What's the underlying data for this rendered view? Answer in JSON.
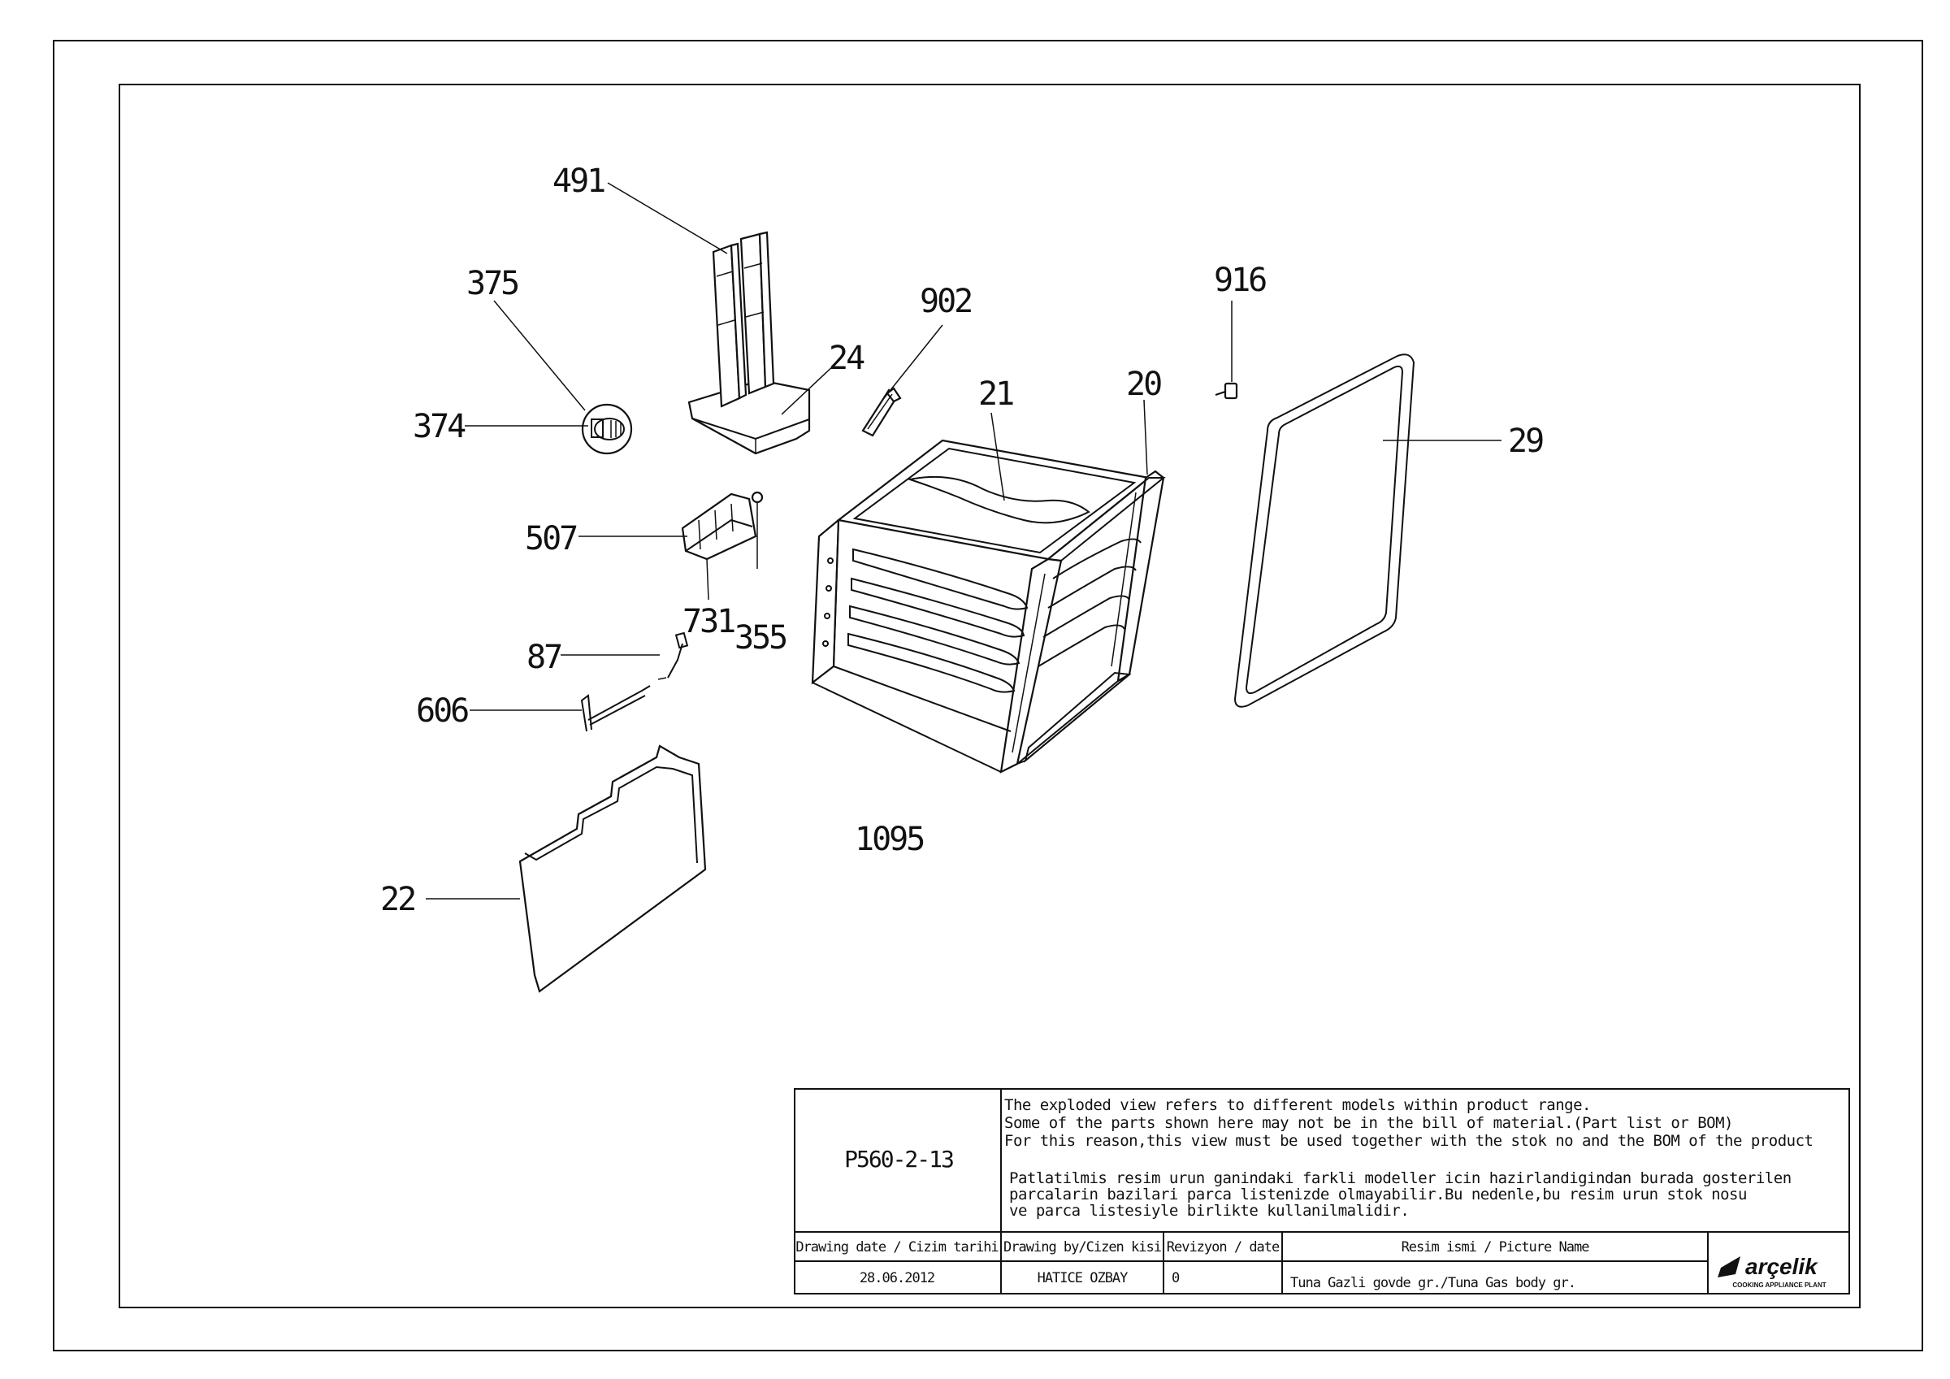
{
  "callouts": [
    {
      "id": "491",
      "label": "491"
    },
    {
      "id": "375",
      "label": "375"
    },
    {
      "id": "374",
      "label": "374"
    },
    {
      "id": "24",
      "label": "24"
    },
    {
      "id": "902",
      "label": "902"
    },
    {
      "id": "916",
      "label": "916"
    },
    {
      "id": "21",
      "label": "21"
    },
    {
      "id": "20",
      "label": "20"
    },
    {
      "id": "29",
      "label": "29"
    },
    {
      "id": "507",
      "label": "507"
    },
    {
      "id": "731",
      "label": "731"
    },
    {
      "id": "355",
      "label": "355"
    },
    {
      "id": "87",
      "label": "87"
    },
    {
      "id": "606",
      "label": "606"
    },
    {
      "id": "1095",
      "label": "1095"
    },
    {
      "id": "22",
      "label": "22"
    }
  ],
  "title_block": {
    "drawing_code": "P560-2-13",
    "notes_en": [
      "The exploded view refers to different models within product range.",
      "Some of the parts shown here may not be in the bill of material.(Part list or BOM)",
      "For this reason,this view must be used together with the stok no and the BOM of the product"
    ],
    "notes_tr": [
      "Patlatilmis resim urun ganindaki farkli modeller icin hazirlandigindan burada gosterilen",
      "parcalarin bazilari parca listenizde olmayabilir.Bu nedenle,bu resim urun stok nosu",
      "ve parca listesiyle birlikte kullanilmalidir."
    ],
    "headers": {
      "drawing_date": "Drawing date / Cizim tarihi",
      "drawing_by": "Drawing by/Cizen kisi",
      "revision": "Revizyon / date",
      "picture_name": "Resim ismi / Picture Name"
    },
    "values": {
      "drawing_date": "28.06.2012",
      "drawing_by": "HATICE OZBAY",
      "revision": "0",
      "picture_name": "Tuna Gazli govde gr./Tuna Gas  body gr."
    },
    "brand": {
      "name": "arçelik",
      "tagline": "COOKING APPLIANCE PLANT"
    }
  }
}
